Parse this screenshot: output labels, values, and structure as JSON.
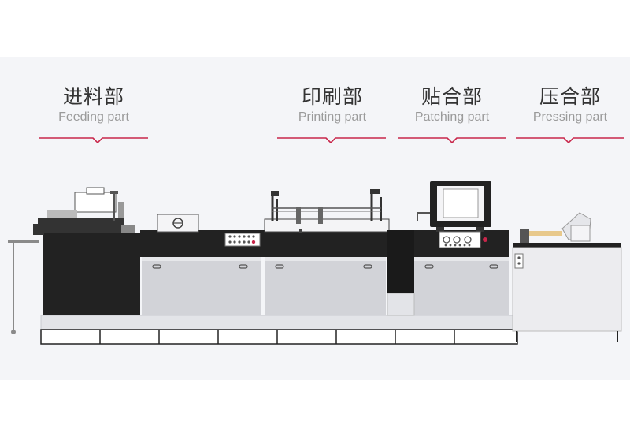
{
  "sections": [
    {
      "zh": "进料部",
      "en": "Feeding part"
    },
    {
      "zh": "印刷部",
      "en": "Printing part"
    },
    {
      "zh": "贴合部",
      "en": "Patching part"
    },
    {
      "zh": "压合部",
      "en": "Pressing part"
    }
  ],
  "colors": {
    "accent": "#c8264a",
    "machine_dark": "#222222",
    "machine_panel": "#d2d3d8",
    "background": "#f4f5f8"
  }
}
